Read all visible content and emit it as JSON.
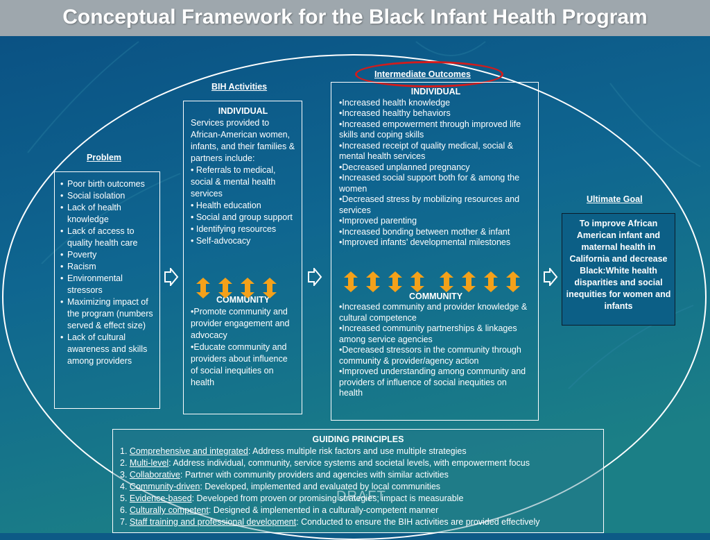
{
  "title": "Conceptual Framework for the Black Infant Health Program",
  "headers": {
    "problem": "Problem",
    "activities": "BIH Activities",
    "intermediate": "Intermediate Outcomes",
    "goal": "Ultimate Goal"
  },
  "problem_items": [
    "Poor birth outcomes",
    "Social isolation",
    "Lack of health knowledge",
    " Lack of access to quality health care",
    "Poverty",
    "Racism",
    "Environmental stressors",
    "Maximizing impact of the program (numbers served & effect size)",
    "Lack of cultural awareness and skills among providers"
  ],
  "activities": {
    "individual_title": "INDIVIDUAL",
    "individual_intro": "Services provided to African-American women, infants, and their families & partners include:",
    "individual_items": [
      "• Referrals to medical, social & mental health services",
      "• Health education",
      "• Social and group support",
      "• Identifying resources",
      "• Self-advocacy"
    ],
    "community_title": "COMMUNITY",
    "community_items": [
      "•Promote community and provider engagement and advocacy",
      "•Educate community and providers about influence of social inequities on health"
    ]
  },
  "outcomes": {
    "individual_title": "INDIVIDUAL",
    "individual_items": [
      "•Increased health knowledge",
      "•Increased healthy behaviors",
      "•Increased empowerment through improved life skills and coping skills",
      "•Increased receipt of quality medical, social & mental health services",
      "•Decreased unplanned pregnancy",
      "•Increased social support both for & among the women",
      "•Decreased stress by mobilizing resources and services",
      "•Improved parenting",
      "•Increased bonding between mother & infant",
      "•Improved infants’ developmental milestones"
    ],
    "community_title": "COMMUNITY",
    "community_items": [
      "•Increased community and provider knowledge & cultural competence",
      "•Increased community partnerships & linkages among service agencies",
      "•Decreased stressors in the community through community & provider/agency action",
      "•Improved understanding among community and providers of influence of social inequities on health"
    ]
  },
  "goal_text": "To improve African American infant and maternal health in California and decrease Black:White health disparities and social inequities for women and infants",
  "guiding": {
    "title": "GUIDING PRINCIPLES",
    "items": [
      {
        "num": "1. ",
        "term": "Comprehensive and integrated",
        "desc": ": Address multiple risk factors and use multiple strategies"
      },
      {
        "num": "2. ",
        "term": "Multi-level",
        "desc": ": Address individual, community, service systems and societal levels, with empowerment focus"
      },
      {
        "num": "3. ",
        "term": "Collaborative",
        "desc": ": Partner with community providers and agencies with similar activities"
      },
      {
        "num": "4. ",
        "term": "Community-driven",
        "desc": ": Developed, implemented and evaluated by local communities"
      },
      {
        "num": "5. ",
        "term": "Evidence-based",
        "desc": ": Developed from proven or promising strategies; impact is measurable"
      },
      {
        "num": "6. ",
        "term": "Culturally competent",
        "desc": ": Designed & implemented in a culturally-competent manner"
      },
      {
        "num": "7. ",
        "term": "Staff training and professional development",
        "desc": ": Conducted to ensure the BIH activities are provided effectively"
      }
    ]
  },
  "watermark": "DRAFT",
  "colors": {
    "background": "#0d5a86",
    "title_bar": "#9ea7ad",
    "highlight_oval": "#d21c1c",
    "orange_arrow": "#f4a11a"
  }
}
